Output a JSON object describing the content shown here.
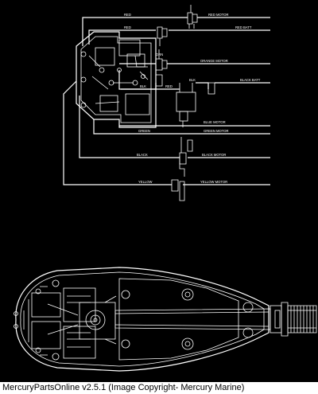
{
  "diagram": {
    "wire_labels": {
      "red": "RED",
      "red_motor": "RED MOTOR",
      "red_batt": "RED BATT",
      "orn": "ORN",
      "orange_motor": "ORANGE MOTOR",
      "blk": "BLK",
      "red_small": "RED",
      "blk_small": "BLK",
      "black_batt": "BLACK BATT",
      "blue_motor": "BLUE MOTOR",
      "green": "GREEN",
      "green_motor": "GREEN MOTOR",
      "black": "BLACK",
      "black_motor": "BLACK MOTOR",
      "yellow": "YELLOW",
      "yellow_motor": "YELLOW MOTOR"
    }
  },
  "footer": {
    "caption": "MercuryPartsOnline v2.5.1 (Image Copyright- Mercury Marine)"
  }
}
